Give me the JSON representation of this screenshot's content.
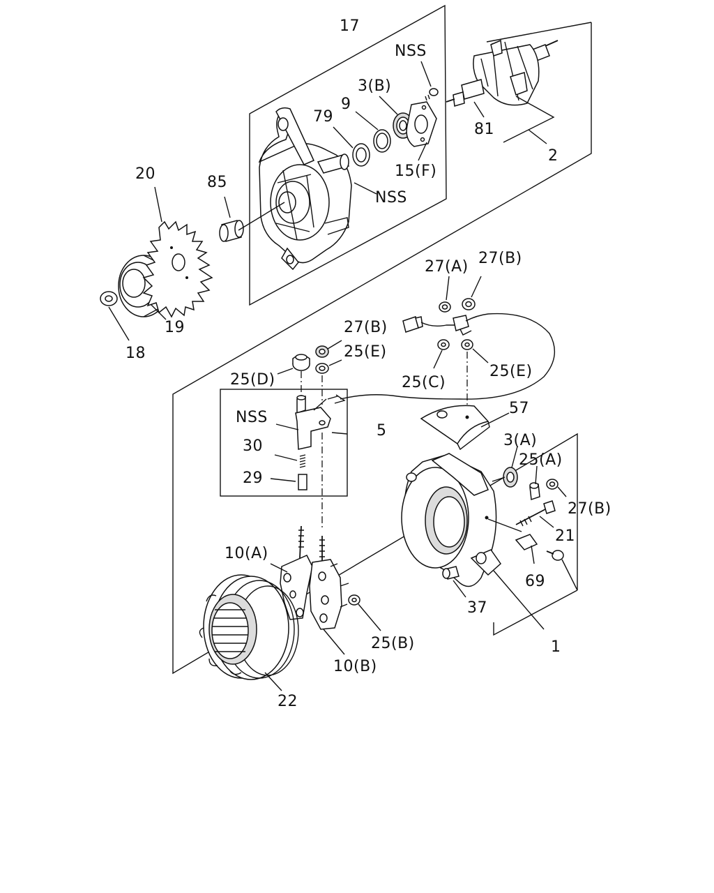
{
  "diagram": {
    "callouts": {
      "c17": "17",
      "c2": "2",
      "c81": "81",
      "c3b": "3(B)",
      "cnss_top": "NSS",
      "c9": "9",
      "c79": "79",
      "c15f": "15(F)",
      "cnss_mid": "NSS",
      "c85": "85",
      "c20": "20",
      "c19": "19",
      "c18": "18",
      "c27a": "27(A)",
      "c27b_top": "27(B)",
      "c27b_mid": "27(B)",
      "c25e_left": "25(E)",
      "c25d": "25(D)",
      "c25c": "25(C)",
      "c25e_right": "25(E)",
      "c57": "57",
      "cnss_brush": "NSS",
      "c5": "5",
      "c30": "30",
      "c29": "29",
      "c3a": "3(A)",
      "c25a": "25(A)",
      "c27b_right": "27(B)",
      "c21": "21",
      "c10a": "10(A)",
      "c69": "69",
      "c37": "37",
      "c1": "1",
      "c25b": "25(B)",
      "c10b": "10(B)",
      "c22": "22"
    }
  }
}
